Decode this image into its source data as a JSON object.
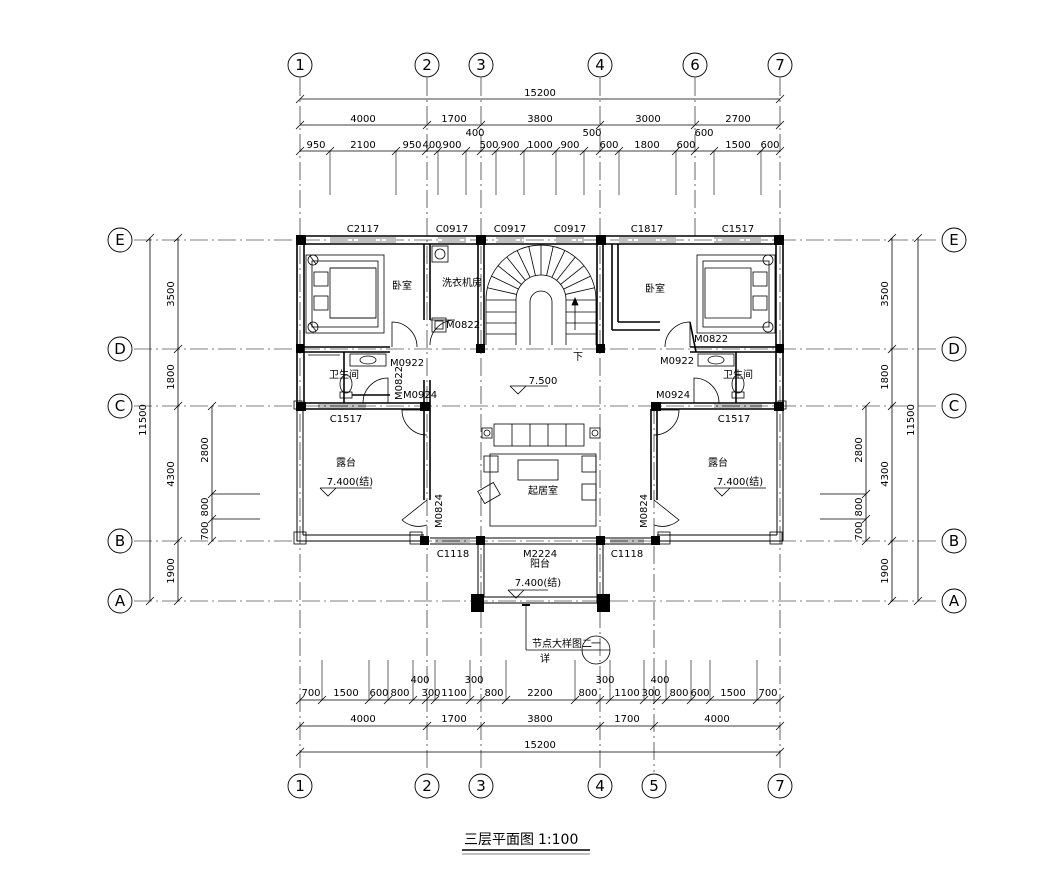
{
  "title": "三层平面图",
  "scale": "1:100",
  "col_axes": {
    "top": [
      "1",
      "2",
      "3",
      "4",
      "6",
      "7"
    ],
    "bottom": [
      "1",
      "2",
      "3",
      "4",
      "5",
      "7"
    ]
  },
  "row_axes": [
    "E",
    "D",
    "C",
    "B",
    "A"
  ],
  "top_dims": {
    "overall": "15200",
    "row1": [
      "4000",
      "1700",
      "3800",
      "3000",
      "2700"
    ],
    "row2": [
      "950",
      "2100",
      "950",
      "400",
      "900",
      "400",
      "500",
      "900",
      "1000",
      "900",
      "500",
      "600",
      "1800",
      "600",
      "600",
      "1500",
      "600"
    ]
  },
  "bottom_dims": {
    "overall": "15200",
    "row1": [
      "4000",
      "1700",
      "3800",
      "1700",
      "4000"
    ],
    "row2": [
      "700",
      "1500",
      "600",
      "800",
      "400",
      "300",
      "1100",
      "300",
      "800",
      "2200",
      "800",
      "300",
      "1100",
      "400",
      "300",
      "800",
      "600",
      "1500",
      "700"
    ]
  },
  "left_dims": {
    "overall": "11500",
    "row1": [
      "3500",
      "1800",
      "4300",
      "1900"
    ],
    "row2": [
      "2800",
      "800",
      "700"
    ]
  },
  "right_dims": {
    "overall": "11500",
    "row1": [
      "3500",
      "1800",
      "4300",
      "1900"
    ],
    "row2": [
      "2800",
      "800",
      "700"
    ]
  },
  "windows": {
    "c2117": "C2117",
    "c0917a": "C0917",
    "c0917b": "C0917",
    "c0917c": "C0917",
    "c1817": "C1817",
    "c1517a": "C1517",
    "c1517l": "C1517",
    "c1517r": "C1517",
    "c1118l": "C1118",
    "c1118r": "C1118"
  },
  "doors": {
    "m0822a": "M0822",
    "m0822b": "M0822",
    "m0822c": "M0822",
    "m0922l": "M0922",
    "m0922r": "M0922",
    "m0924l": "M0924",
    "m0924r": "M0924",
    "m0824l": "M0824",
    "m0824r": "M0824",
    "m2224": "M2224"
  },
  "rooms": {
    "bedroom_left": "卧室",
    "bedroom_right": "卧室",
    "laundry": "洗衣机房",
    "bath_left": "卫生间",
    "bath_right": "卫生间",
    "terrace_left": "露台",
    "terrace_right": "露台",
    "living": "起居室",
    "balcony": "阳台",
    "stair_down": "下"
  },
  "levels": {
    "floor": "7.500",
    "terrace_left": "7.400(结)",
    "terrace_right": "7.400(结)",
    "balcony": "7.400(结)"
  },
  "detail_note": {
    "text": "节点大样图二",
    "suffix": "详",
    "bubble": "一"
  }
}
